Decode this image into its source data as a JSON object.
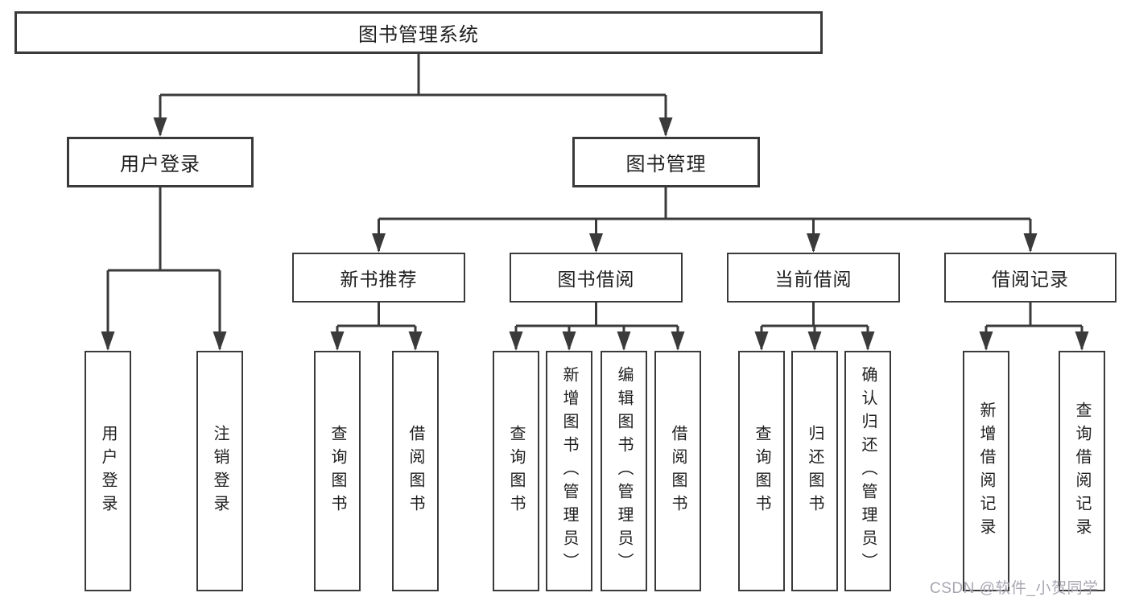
{
  "diagram": {
    "root": {
      "label": "图书管理系统"
    },
    "branches": [
      {
        "label": "用户登录",
        "leaves": [
          {
            "label": "用户登录"
          },
          {
            "label": "注销登录"
          }
        ]
      },
      {
        "label": "图书管理",
        "groups": [
          {
            "label": "新书推荐",
            "leaves": [
              {
                "label": "查询图书"
              },
              {
                "label": "借阅图书"
              }
            ]
          },
          {
            "label": "图书借阅",
            "leaves": [
              {
                "label": "查询图书"
              },
              {
                "label": "新增图书（管理员）"
              },
              {
                "label": "编辑图书（管理员）"
              },
              {
                "label": "借阅图书"
              }
            ]
          },
          {
            "label": "当前借阅",
            "leaves": [
              {
                "label": "查询图书"
              },
              {
                "label": "归还图书"
              },
              {
                "label": "确认归还（管理员）"
              }
            ]
          },
          {
            "label": "借阅记录",
            "leaves": [
              {
                "label": "新增借阅记录"
              },
              {
                "label": "查询借阅记录"
              }
            ]
          }
        ]
      }
    ]
  },
  "watermark": "CSDN @软件_小贺同学",
  "colors": {
    "line": "#3a3a3a",
    "text": "#1e1e1e",
    "watermark": "#a7a7b2",
    "background": "#ffffff"
  }
}
